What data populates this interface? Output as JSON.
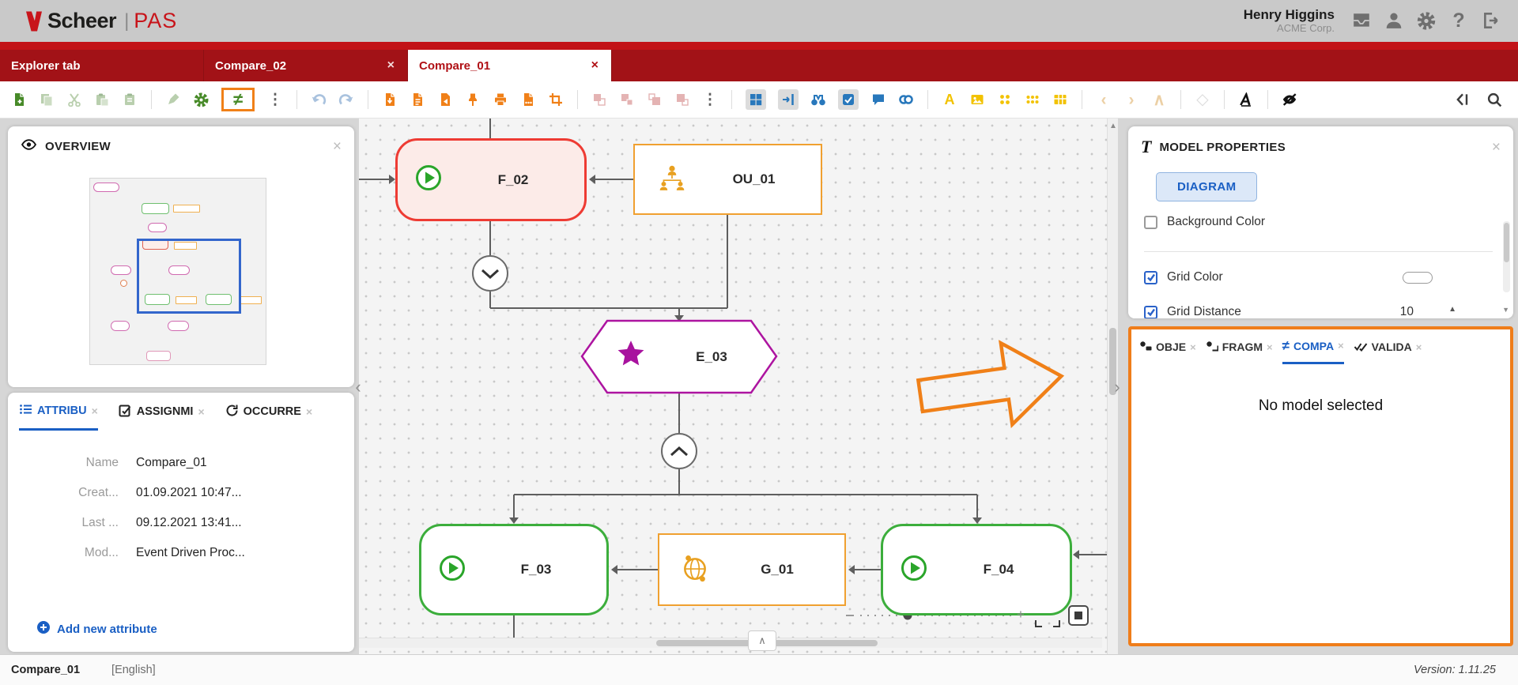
{
  "header": {
    "brand": "Scheer",
    "brand_divider": "|",
    "brand_suffix": "PAS",
    "user_name": "Henry Higgins",
    "user_org": "ACME Corp.",
    "help_glyph": "?"
  },
  "tab_bar": {
    "tabs": [
      {
        "label": "Explorer tab"
      },
      {
        "label": "Compare_02"
      },
      {
        "label": "Compare_01"
      }
    ]
  },
  "toolbar": {
    "compare_glyph": "≠",
    "kebab_glyph": "⋮",
    "font_color_glyph": "A"
  },
  "ui": {
    "close_glyph": "×",
    "chev_left": "‹",
    "chev_right": "›",
    "chev_up": "∧",
    "scroll_up": "▲",
    "scroll_down": "▼",
    "diamond": "◇",
    "stepper_up": "▲"
  },
  "overview_panel": {
    "title": "OVERVIEW"
  },
  "attributes_panel": {
    "tabs": [
      {
        "label": "ATTRIBU"
      },
      {
        "label": "ASSIGNMI"
      },
      {
        "label": "OCCURRE"
      }
    ],
    "fields": [
      {
        "label": "Name",
        "value": "Compare_01"
      },
      {
        "label": "Creat...",
        "value": "01.09.2021 10:47..."
      },
      {
        "label": "Last ...",
        "value": "09.12.2021 13:41..."
      },
      {
        "label": "Mod...",
        "value": "Event Driven Proc..."
      }
    ],
    "add_attribute_label": "Add new attribute"
  },
  "canvas": {
    "nodes": {
      "f02": "F_02",
      "ou01": "OU_01",
      "e03": "E_03",
      "f03": "F_03",
      "g01": "G_01",
      "f04": "F_04"
    },
    "zoom_plus": "+"
  },
  "model_properties_panel": {
    "type_glyph": "T",
    "title": "MODEL PROPERTIES",
    "diagram_button_label": "DIAGRAM",
    "background_color_label": "Background Color",
    "grid_color_label": "Grid Color",
    "grid_distance_label": "Grid Distance",
    "grid_distance_value": "10"
  },
  "compare_panel": {
    "tabs": [
      {
        "label": "OBJE"
      },
      {
        "label": "FRAGM"
      },
      {
        "label": "COMPA"
      },
      {
        "label": "VALIDA"
      }
    ],
    "compare_glyph": "≠",
    "message": "No model selected"
  },
  "status_bar": {
    "model_name": "Compare_01",
    "language": "[English]",
    "version": "Version: 1.11.25"
  },
  "colors": {
    "accent_orange": "#f08018",
    "brand_red": "#c8141a",
    "tab_red": "#a21217",
    "active_blue": "#1a5fc4",
    "node_green": "#3cae3c",
    "node_red": "#ee3b33",
    "node_orange": "#f0a030",
    "node_purple": "#ad14a0"
  }
}
